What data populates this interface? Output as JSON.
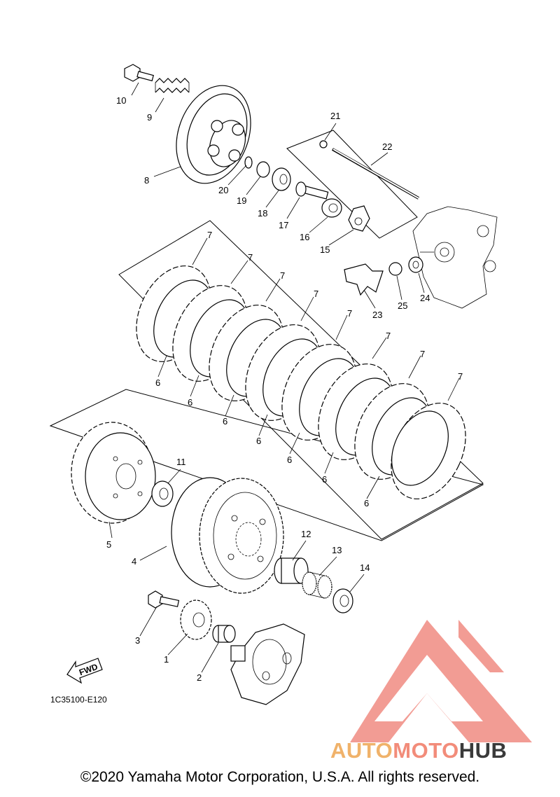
{
  "diagram": {
    "code": "1C35100-E120",
    "fwd_label": "FWD",
    "callouts": {
      "n1": "1",
      "n2": "2",
      "n3": "3",
      "n4": "4",
      "n5": "5",
      "n6": "6",
      "n7": "7",
      "n8": "8",
      "n9": "9",
      "n10": "10",
      "n11": "11",
      "n12": "12",
      "n13": "13",
      "n14": "14",
      "n15": "15",
      "n16": "16",
      "n17": "17",
      "n18": "18",
      "n19": "19",
      "n20": "20",
      "n21": "21",
      "n22": "22",
      "n23": "23",
      "n24": "24",
      "n25": "25"
    }
  },
  "watermark": {
    "part1": "AUTO",
    "part2": "MOTO",
    "part3": "HUB",
    "colors": {
      "auto": "#f0b26a",
      "moto": "#f28c7a",
      "hub": "#3a3a3a",
      "logo": "#f08b82"
    }
  },
  "footer": {
    "copyright": "©2020 Yamaha Motor Corporation, U.S.A. All rights reserved."
  }
}
